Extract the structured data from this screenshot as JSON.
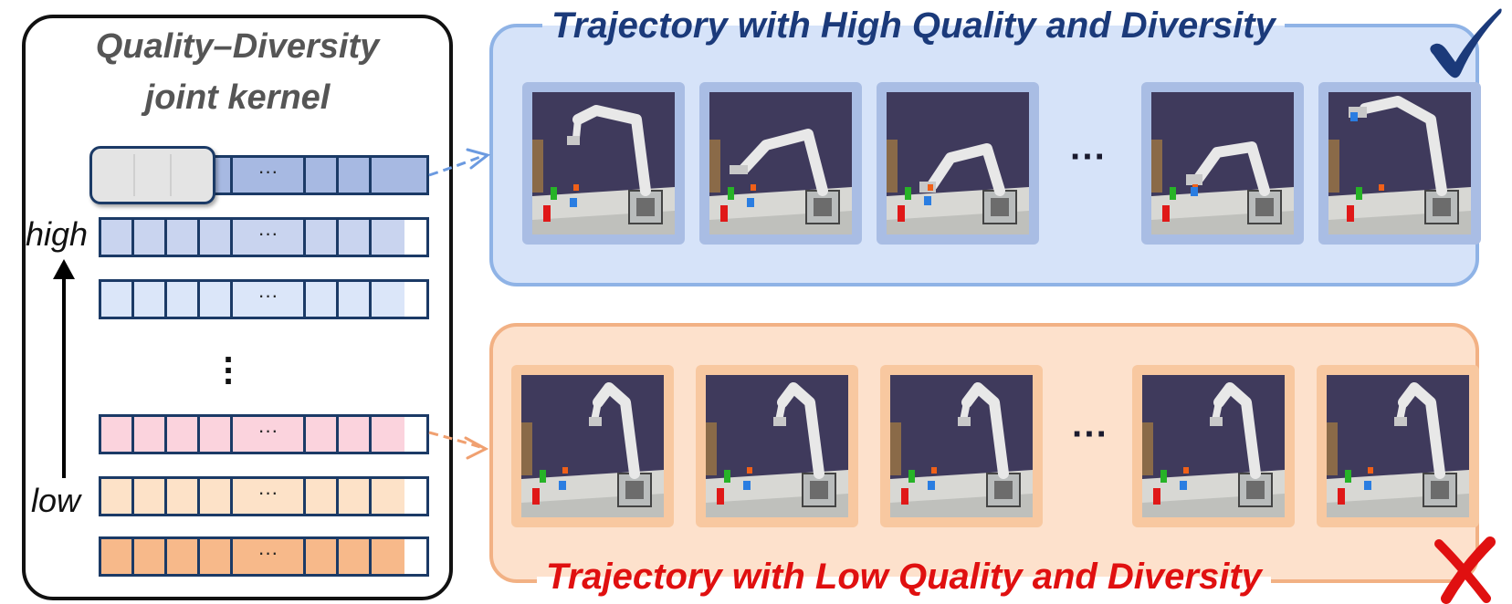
{
  "kernel": {
    "title_line1": "Quality–Diversity",
    "title_line2": "joint kernel",
    "ellipsis": "···",
    "high_label": "high",
    "low_label": "low"
  },
  "high_panel": {
    "title": "Trajectory with High Quality and Diversity",
    "ellipsis": "···",
    "badge_icon": "checkmark-icon"
  },
  "low_panel": {
    "title": "Trajectory with Low Quality and Diversity",
    "ellipsis": "···",
    "badge_icon": "cross-icon"
  },
  "colors": {
    "high_panel_fill": "#d6e3f9",
    "low_panel_fill": "#fde1cc",
    "high_title": "#1b3a7a",
    "low_title": "#e01010",
    "check": "#1b3a7a",
    "cross": "#e01010"
  }
}
